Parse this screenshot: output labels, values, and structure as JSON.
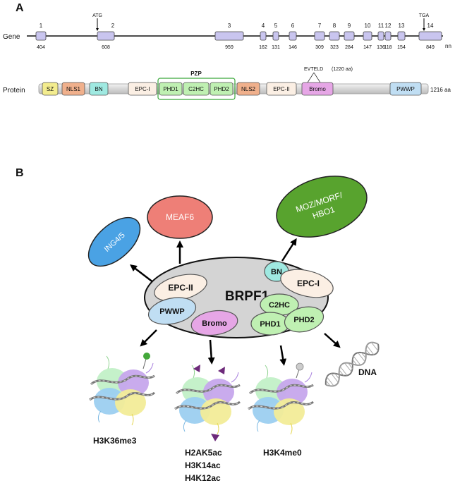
{
  "panelA": {
    "label": "A",
    "gene_row_label": "Gene",
    "nn_unit": "nn",
    "atg": "ATG",
    "tga": "TGA",
    "exons": [
      {
        "num": "1",
        "len": "404"
      },
      {
        "num": "2",
        "len": "608"
      },
      {
        "num": "3",
        "len": "959"
      },
      {
        "num": "4",
        "len": "162"
      },
      {
        "num": "5",
        "len": "131"
      },
      {
        "num": "6",
        "len": "146"
      },
      {
        "num": "7",
        "len": "309"
      },
      {
        "num": "8",
        "len": "323"
      },
      {
        "num": "9",
        "len": "284"
      },
      {
        "num": "10",
        "len": "147"
      },
      {
        "num": "11",
        "len": "136"
      },
      {
        "num": "12",
        "len": "118"
      },
      {
        "num": "13",
        "len": "154"
      },
      {
        "num": "14",
        "len": "849"
      }
    ],
    "protein_row_label": "Protein",
    "pzp_label": "PZP",
    "evteld_label": "EVTELD",
    "evteld_aa": "(1220 aa)",
    "protein_length": "1216 aa",
    "domains": [
      "SZ",
      "NLS1",
      "BN",
      "EPC-I",
      "PHD1",
      "C2HC",
      "PHD2",
      "NLS2",
      "EPC-II",
      "Bromo",
      "PWWP"
    ],
    "colors": {
      "exon": "#c9c5ef",
      "sz": "#f3ec8e",
      "nls": "#f0b08c",
      "bn": "#9fe9e1",
      "epc": "#fbefe4",
      "phd": "#bff0b2",
      "bromo": "#e6a6e6",
      "pwwp": "#c0def3"
    }
  },
  "panelB": {
    "label": "B",
    "center": "BRPF1",
    "center_domains": [
      "EPC-II",
      "PWWP",
      "Bromo",
      "BN",
      "EPC-I",
      "C2HC",
      "PHD1",
      "PHD2"
    ],
    "partners": [
      "ING4/5",
      "MEAF6",
      "MOZ/MORF/\nHBO1"
    ],
    "targets": [
      "H3K36me3",
      "H2AK5ac\nH3K14ac\nH4K12ac",
      "H3K4me0",
      "DNA"
    ],
    "colors": {
      "ing": "#4aa2e4",
      "meaf": "#ee7f77",
      "moz": "#58a32e",
      "center": "#d4d4d4"
    }
  }
}
